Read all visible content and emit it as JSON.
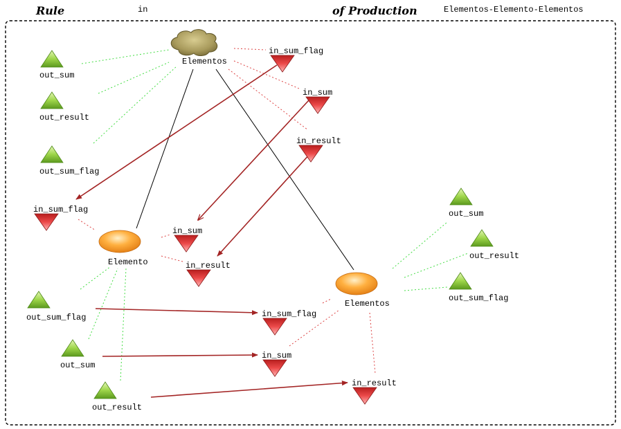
{
  "header": {
    "title_left": "Rule",
    "title_in": "in",
    "title_right": "of Production",
    "production_name": "Elementos-Elemento-Elementos"
  },
  "colors": {
    "port_out": "#8ccf3a",
    "port_in": "#e84444",
    "ellipse": "#f5a030",
    "cloud": "#a89a5c",
    "arrow": "#a32424",
    "dotted_green": "#44dd44",
    "dotted_red": "#dd4444"
  },
  "nodes": {
    "cloud": {
      "label": "Elementos"
    },
    "center": {
      "label": "Elemento"
    },
    "right": {
      "label": "Elementos"
    }
  },
  "ports": {
    "cloud_out_sum": "out_sum",
    "cloud_out_result": "out_result",
    "cloud_out_sum_flag": "out_sum_flag",
    "cloud_in_sum_flag": "in_sum_flag",
    "cloud_in_sum": "in_sum",
    "cloud_in_result": "in_result",
    "center_in_sum_flag": "in_sum_flag",
    "center_in_sum": "in_sum",
    "center_in_result": "in_result",
    "center_out_sum_flag": "out_sum_flag",
    "center_out_sum": "out_sum",
    "center_out_result": "out_result",
    "right_out_sum": "out_sum",
    "right_out_result": "out_result",
    "right_out_sum_flag": "out_sum_flag",
    "right_in_sum_flag": "in_sum_flag",
    "right_in_sum": "in_sum",
    "right_in_result": "in_result"
  }
}
